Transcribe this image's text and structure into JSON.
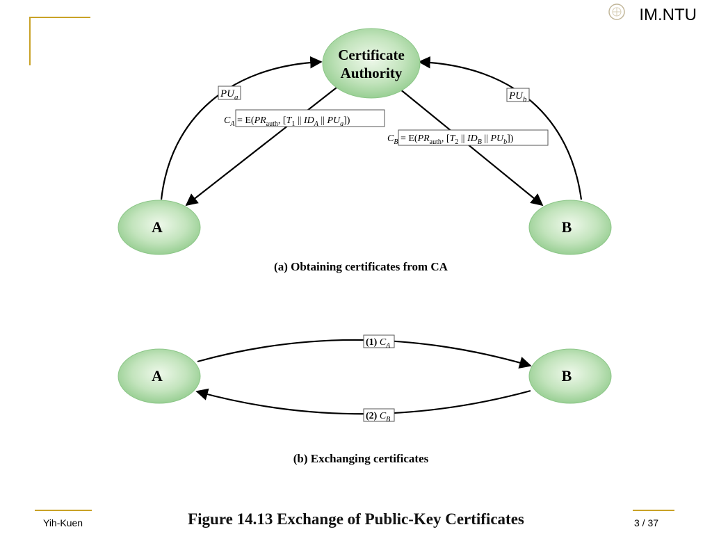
{
  "header": {
    "brand": "IM.NTU"
  },
  "footer": {
    "author": "Yih-Kuen",
    "page": "3 / 37"
  },
  "figure": {
    "caption": "Figure 14.13  Exchange of Public-Key Certificates"
  },
  "panel_a": {
    "caption": "(a) Obtaining certificates from CA",
    "ca_line1": "Certificate",
    "ca_line2": "Authority",
    "node_a": "A",
    "node_b": "B",
    "pua": "PU",
    "pua_sub": "a",
    "pub": "PU",
    "pub_sub": "b",
    "ca_cert_label": "C",
    "ca_cert_sub": "A",
    "cb_cert_label": "C",
    "cb_cert_sub": "B",
    "formula_a": {
      "eq": " = E(",
      "pr": "PR",
      "pr_sub": "auth",
      "open": ", [",
      "t": "T",
      "t_sub": "1",
      "sep1": " || ",
      "id": "ID",
      "id_sub": "A",
      "sep2": " || ",
      "pu": "PU",
      "pu_sub": "a",
      "close": "])"
    },
    "formula_b": {
      "eq": " = E(",
      "pr": "PR",
      "pr_sub": "auth",
      "open": ", [",
      "t": "T",
      "t_sub": "2",
      "sep1": " || ",
      "id": "ID",
      "id_sub": "B",
      "sep2": " || ",
      "pu": "PU",
      "pu_sub": "b",
      "close": "])"
    }
  },
  "panel_b": {
    "caption": "(b) Exchanging certificates",
    "node_a": "A",
    "node_b": "B",
    "step1_num": "(1)",
    "step1_c": "C",
    "step1_sub": "A",
    "step2_num": "(2)",
    "step2_c": "C",
    "step2_sub": "B"
  }
}
